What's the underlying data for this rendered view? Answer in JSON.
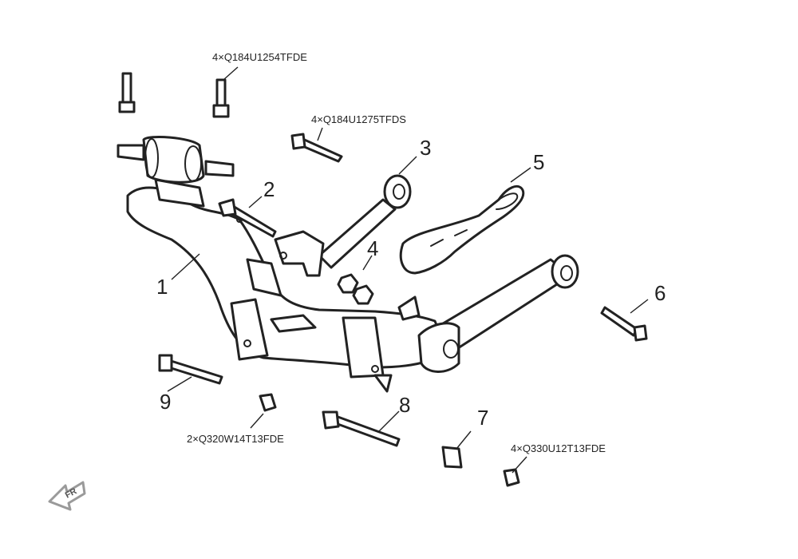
{
  "callouts": {
    "c1": "1",
    "c2": "2",
    "c3": "3",
    "c4": "4",
    "c5": "5",
    "c6": "6",
    "c7": "7",
    "c8": "8",
    "c9": "9"
  },
  "part_codes": {
    "bolt_top": "4×Q184U1254TFDE",
    "bolt_mid": "4×Q184U1275TFDS",
    "nut_left": "2×Q320W14T13FDE",
    "nut_right": "4×Q330U12T13FDE"
  },
  "orientation": {
    "label": "FR"
  },
  "colors": {
    "line": "#222222",
    "background": "#ffffff",
    "indicator": "#9a9a9a"
  }
}
